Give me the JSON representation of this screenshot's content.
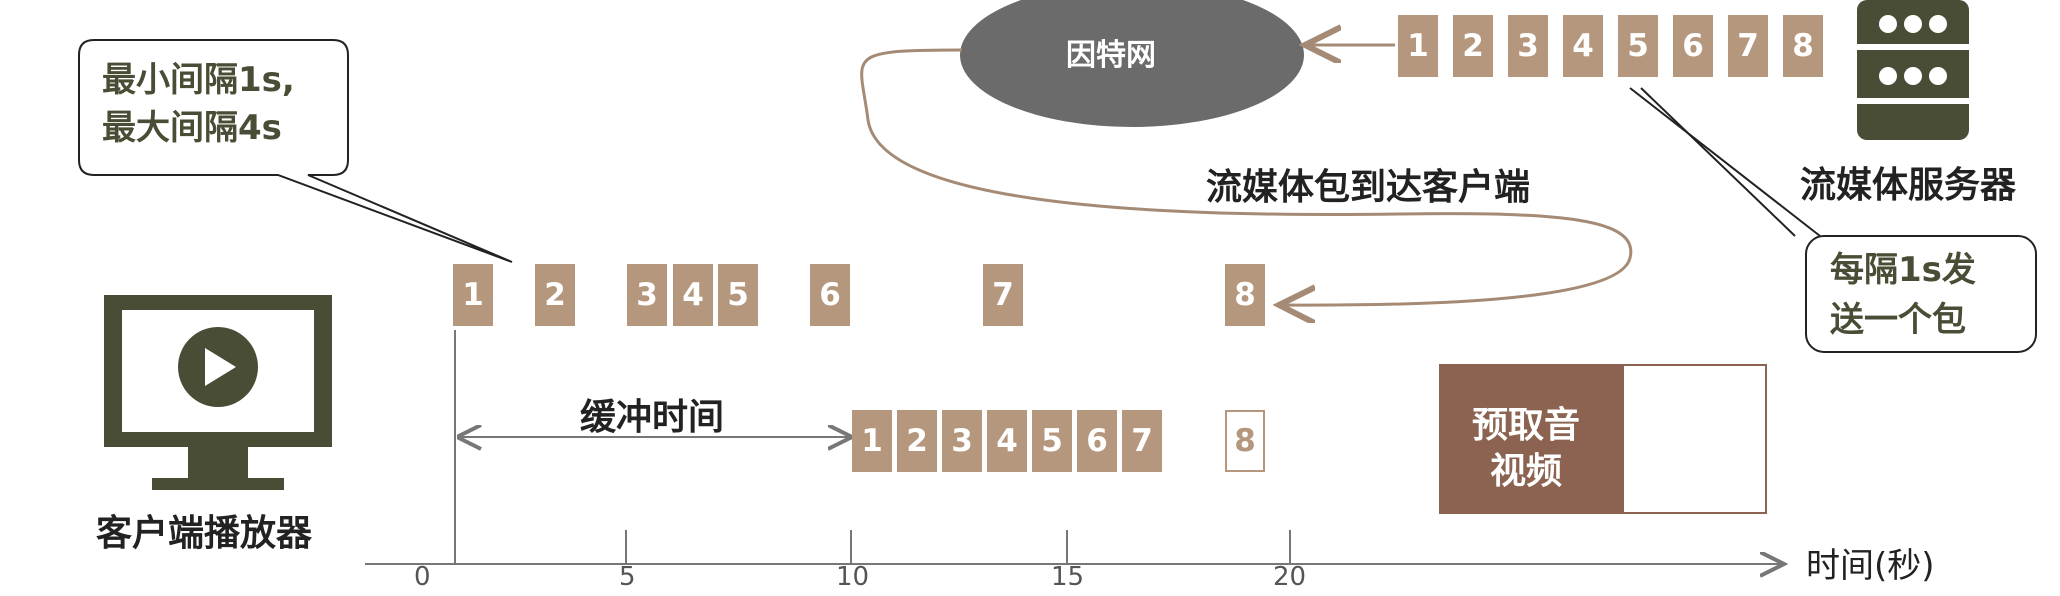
{
  "callout_left": {
    "line1": "最小间隔1s,",
    "line2": "最大间隔4s"
  },
  "callout_right": {
    "line1": "每隔1s发",
    "line2": "送一个包"
  },
  "internet_label": "因特网",
  "server_label": "流媒体服务器",
  "arrive_label": "流媒体包到达客户端",
  "player_label": "客户端播放器",
  "buffer_label": "缓冲时间",
  "prefetch_label": {
    "line1": "预取音",
    "line2": "视频"
  },
  "axis": {
    "label": "时间(秒)",
    "ticks": [
      "0",
      "5",
      "10",
      "15",
      "20"
    ]
  },
  "server_packets": [
    "1",
    "2",
    "3",
    "4",
    "5",
    "6",
    "7",
    "8"
  ],
  "arrival_packets": [
    "1",
    "2",
    "3",
    "4",
    "5",
    "6",
    "7",
    "8"
  ],
  "playback_packets": [
    "1",
    "2",
    "3",
    "4",
    "5",
    "6",
    "7"
  ],
  "pending_packet": "8",
  "colors": {
    "packet": "#b5977d",
    "dark_olive": "#4a4d35",
    "cloud": "#6b6b6b",
    "prefetch": "#8b6350",
    "arrow": "#a58b75"
  }
}
